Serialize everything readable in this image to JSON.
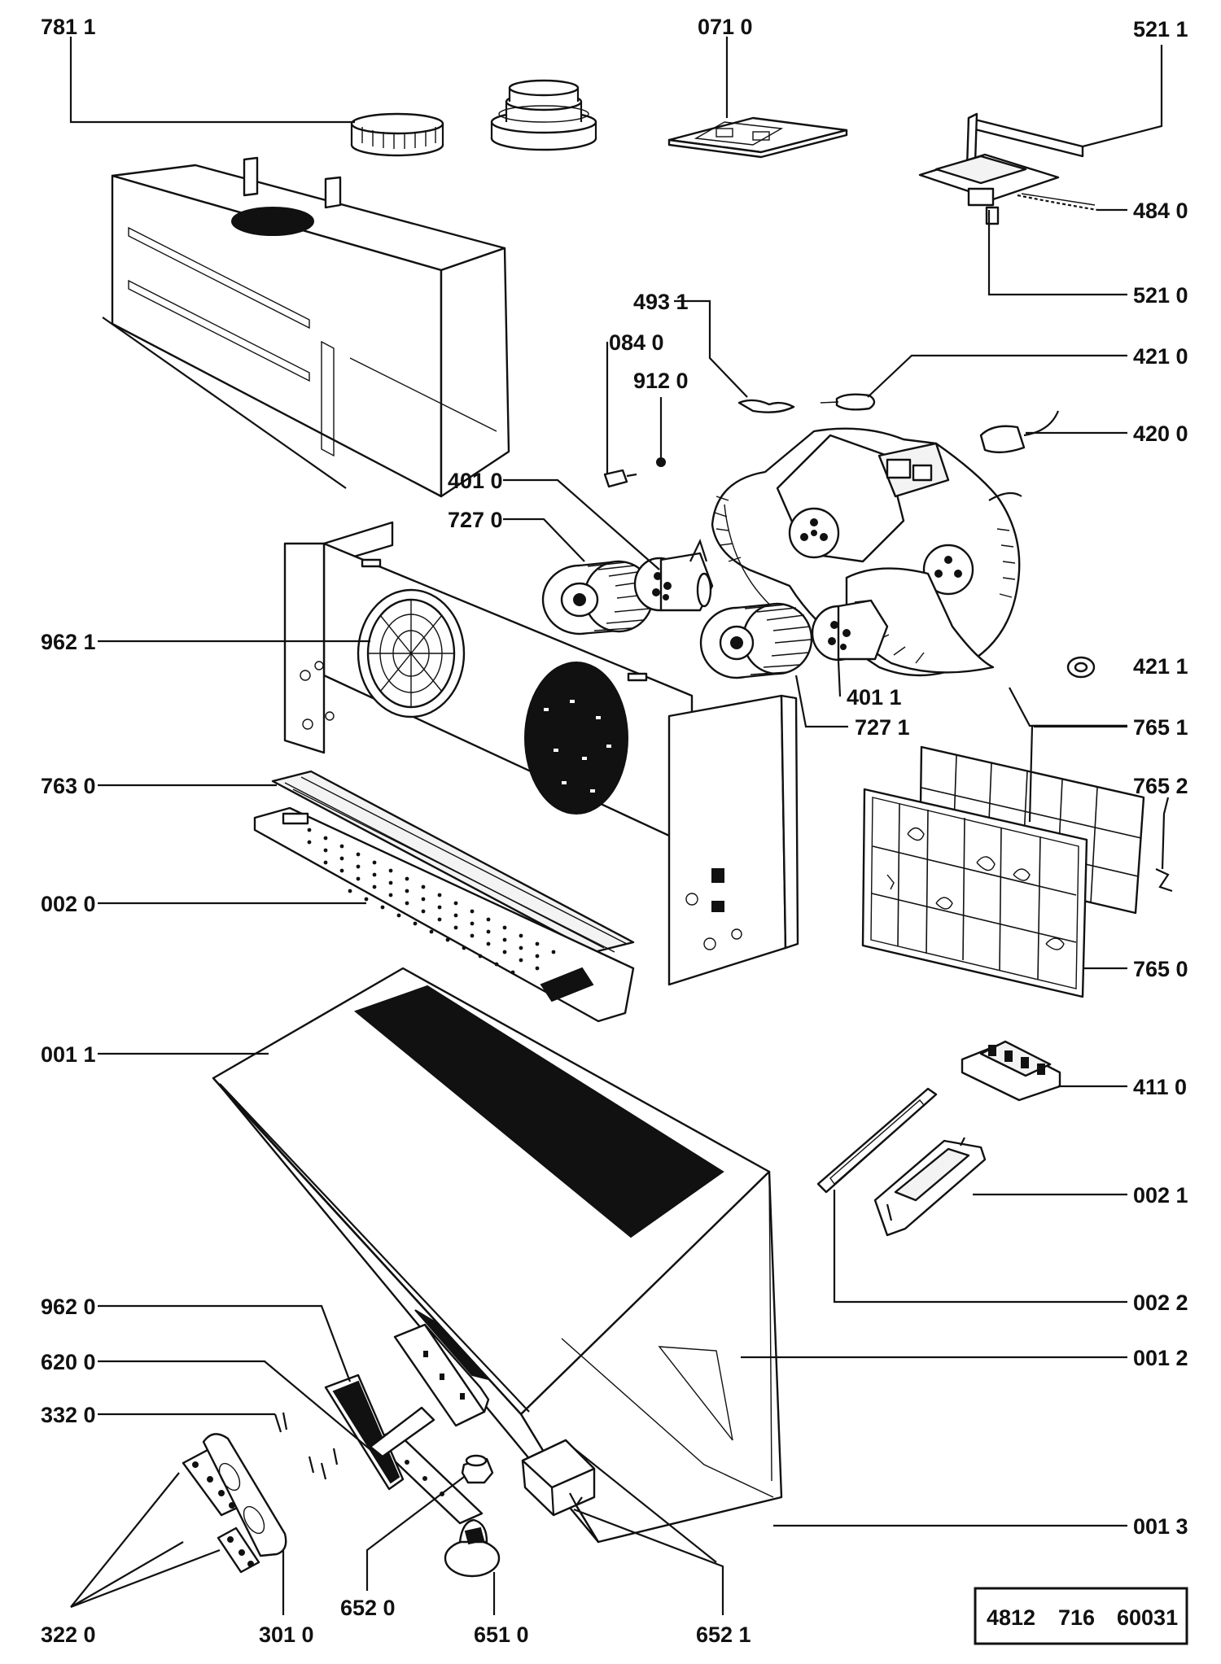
{
  "labels": [
    {
      "id": "p7811",
      "text": "781 1"
    },
    {
      "id": "p0710",
      "text": "071 0"
    },
    {
      "id": "p5211",
      "text": "521 1"
    },
    {
      "id": "p4840",
      "text": "484 0"
    },
    {
      "id": "p5210",
      "text": "521 0"
    },
    {
      "id": "p4931",
      "text": "493 1"
    },
    {
      "id": "p0840",
      "text": "084 0"
    },
    {
      "id": "p4210",
      "text": "421 0"
    },
    {
      "id": "p9120",
      "text": "912 0"
    },
    {
      "id": "p4200",
      "text": "420 0"
    },
    {
      "id": "p4010",
      "text": "401 0"
    },
    {
      "id": "p7270",
      "text": "727 0"
    },
    {
      "id": "p9621",
      "text": "962 1"
    },
    {
      "id": "p4211",
      "text": "421 1"
    },
    {
      "id": "p4011",
      "text": "401 1"
    },
    {
      "id": "p7271",
      "text": "727 1"
    },
    {
      "id": "p7651",
      "text": "765 1"
    },
    {
      "id": "p7630",
      "text": "763 0"
    },
    {
      "id": "p7652",
      "text": "765 2"
    },
    {
      "id": "p0020",
      "text": "002 0"
    },
    {
      "id": "p7650",
      "text": "765 0"
    },
    {
      "id": "p0011",
      "text": "001 1"
    },
    {
      "id": "p4110",
      "text": "411 0"
    },
    {
      "id": "p0021",
      "text": "002 1"
    },
    {
      "id": "p0022",
      "text": "002 2"
    },
    {
      "id": "p9620",
      "text": "962 0"
    },
    {
      "id": "p0012",
      "text": "001 2"
    },
    {
      "id": "p6200",
      "text": "620 0"
    },
    {
      "id": "p3320",
      "text": "332 0"
    },
    {
      "id": "p6520",
      "text": "652 0"
    },
    {
      "id": "p0013",
      "text": "001 3"
    },
    {
      "id": "p3220",
      "text": "322 0"
    },
    {
      "id": "p3010",
      "text": "301 0"
    },
    {
      "id": "p6510",
      "text": "651 0"
    },
    {
      "id": "p6521",
      "text": "652 1"
    }
  ],
  "doc_code": {
    "a": "4812",
    "b": "716",
    "c": "60031"
  }
}
